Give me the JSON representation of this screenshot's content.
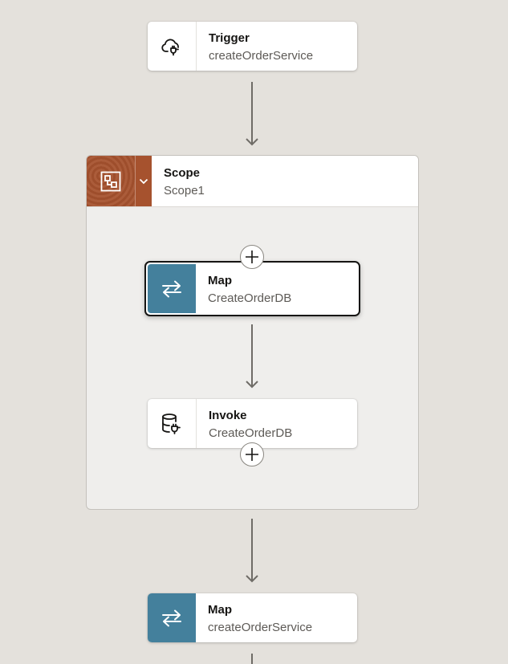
{
  "nodes": {
    "trigger": {
      "title": "Trigger",
      "subtitle": "createOrderService",
      "icon": "cloud-plug-icon"
    },
    "scope": {
      "title": "Scope",
      "subtitle": "Scope1",
      "icon": "scope-icon",
      "accent": "#a6522e"
    },
    "map_inner": {
      "title": "Map",
      "subtitle": "CreateOrderDB",
      "icon": "swap-arrows-icon",
      "accent": "#44809c"
    },
    "invoke": {
      "title": "Invoke",
      "subtitle": "CreateOrderDB",
      "icon": "database-plug-icon"
    },
    "map_outer": {
      "title": "Map",
      "subtitle": "createOrderService",
      "icon": "swap-arrows-icon",
      "accent": "#44809c"
    }
  },
  "colors": {
    "canvas": "#e4e1dc",
    "scope_body": "#efeeec",
    "connector": "#6f6c67"
  }
}
